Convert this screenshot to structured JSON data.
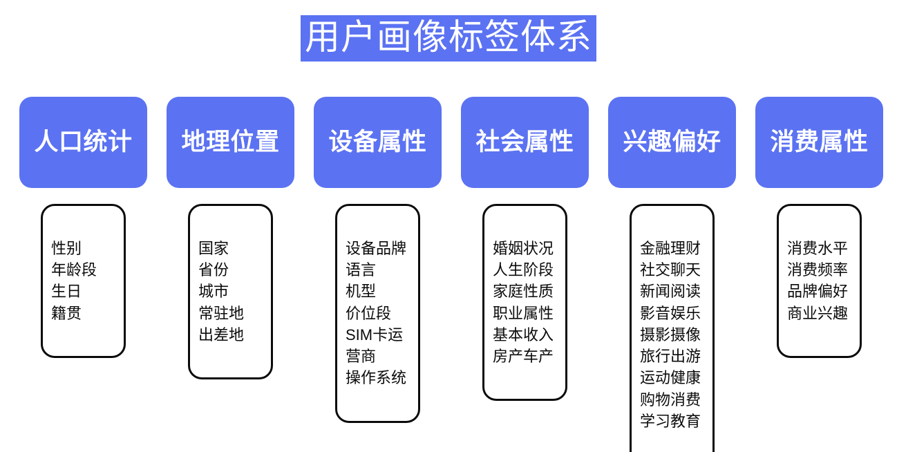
{
  "title": "用户画像标签体系",
  "colors": {
    "accent_blue": "#5B72F2",
    "title_text": "#ffffff",
    "card_border": "#0b0b0b",
    "card_fill": "#ffffff",
    "list_text": "#0b0b0b",
    "page_background": "#ffffff"
  },
  "columns": [
    {
      "header": "人口统计",
      "tags": [
        "性别",
        "年龄段",
        "生日",
        "籍贯"
      ]
    },
    {
      "header": "地理位置",
      "tags": [
        "国家",
        "省份",
        "城市",
        "常驻地",
        "出差地"
      ]
    },
    {
      "header": "设备属性",
      "tags": [
        "设备品牌",
        "语言",
        "机型",
        "价位段",
        "SIM卡运营商",
        "操作系统"
      ]
    },
    {
      "header": "社会属性",
      "tags": [
        "婚姻状况",
        "人生阶段",
        "家庭性质",
        "职业属性",
        "基本收入",
        "房产车产"
      ]
    },
    {
      "header": "兴趣偏好",
      "tags": [
        "金融理财",
        "社交聊天",
        "新闻阅读",
        "影音娱乐",
        "摄影摄像",
        "旅行出游",
        "运动健康",
        "购物消费",
        "学习教育"
      ]
    },
    {
      "header": "消费属性",
      "tags": [
        "消费水平",
        "消费频率",
        "品牌偏好",
        "商业兴趣"
      ]
    }
  ]
}
